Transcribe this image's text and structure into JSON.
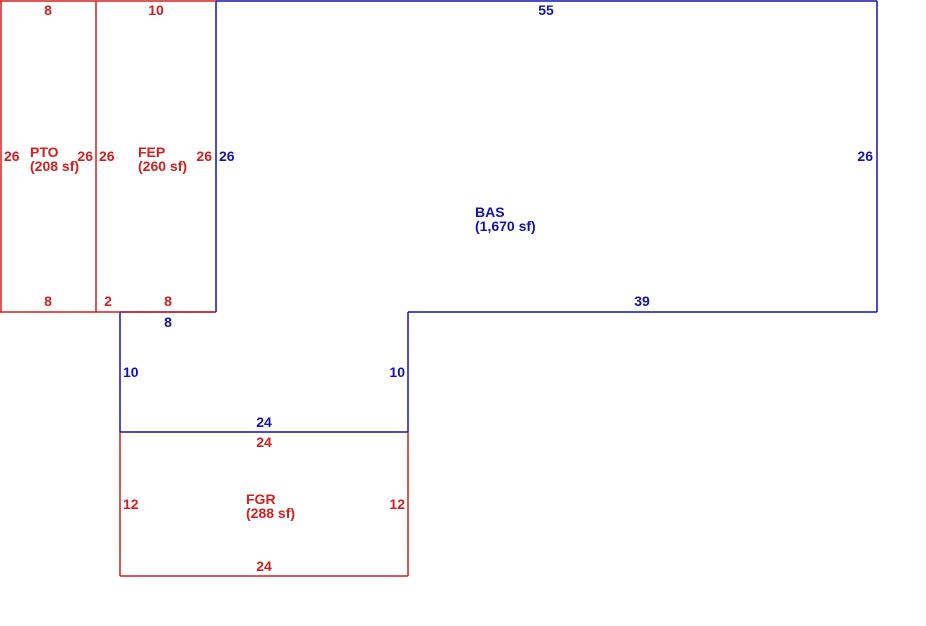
{
  "colors": {
    "bas": "#1212b8",
    "addition": "#d42020",
    "background": "#ffffff"
  },
  "areas": {
    "bas": {
      "code": "BAS",
      "area": "(1,670 sf)"
    },
    "pto": {
      "code": "PTO",
      "area": "(208 sf)"
    },
    "fep": {
      "code": "FEP",
      "area": "(260 sf)"
    },
    "fgr": {
      "code": "FGR",
      "area": "(288 sf)"
    }
  },
  "dimensions": {
    "bas": {
      "top": "55",
      "right": "26",
      "bottom_right": "39",
      "step_right": "10",
      "left_upper": "26",
      "bottom_left": "8",
      "step_left": "10",
      "between_bas_fgr": "24"
    },
    "pto": {
      "top": "8",
      "left": "26",
      "right": "26",
      "bottom": "8"
    },
    "fep": {
      "top": "10",
      "left": "26",
      "right": "26",
      "bottom_a": "2",
      "bottom_b": "8"
    },
    "fgr": {
      "top": "24",
      "left": "12",
      "right": "12",
      "bottom": "24"
    }
  }
}
